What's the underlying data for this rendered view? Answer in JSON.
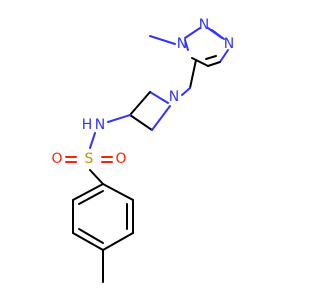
{
  "molecule": {
    "atoms": {
      "n_triazole_1": "N",
      "n_triazole_2": "N",
      "n_triazole_3": "N",
      "n_azetidine": "N",
      "nh_n": "N",
      "nh_h": "H",
      "sulfur": "S",
      "oxygen_left": "O",
      "oxygen_right": "O"
    }
  },
  "colors": {
    "carbon": "#000000",
    "nitrogen": "#3333ff",
    "oxygen": "#ff2200",
    "sulfur": "#b8a000",
    "background": "#ffffff"
  }
}
